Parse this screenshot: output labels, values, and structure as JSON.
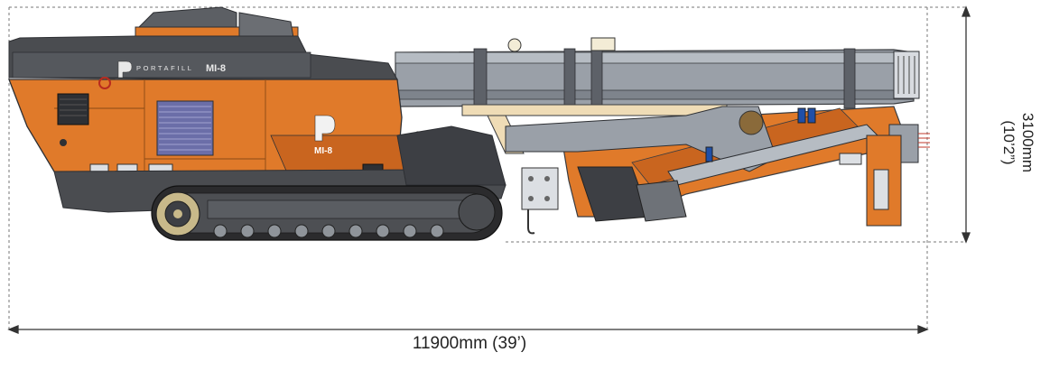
{
  "dimensions": {
    "length": "11900mm (39’)",
    "height_mm": "3100mm",
    "height_ft": "(10’2”)"
  },
  "machine": {
    "brand": "PORTAFILL",
    "model_badge": "MI-8",
    "model_decal": "MI-8"
  },
  "colors": {
    "body_orange": "#e07a2a",
    "dark_steel": "#4a4c50",
    "conveyor_grey": "#9aa0a8",
    "track_black": "#2b2b2d",
    "accent_blue": "#1f4fa8"
  }
}
